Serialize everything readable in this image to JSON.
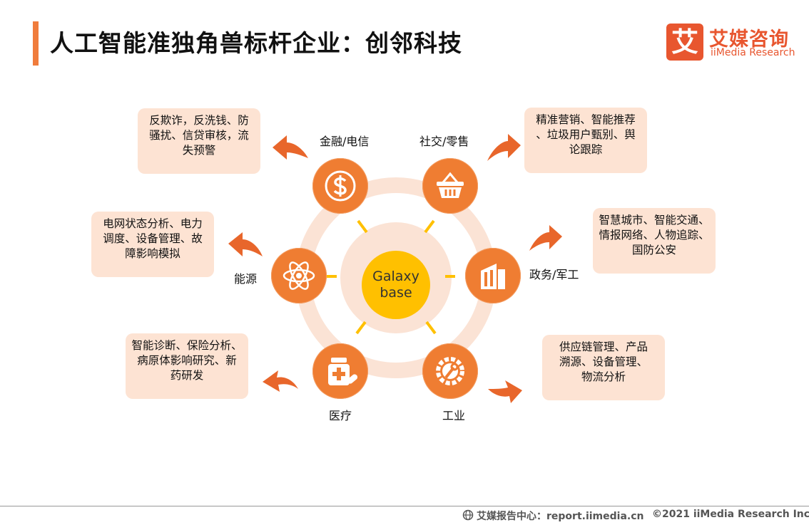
{
  "title": "人工智能准独角兽标杆企业：创邻科技",
  "logo": {
    "glyph": "艾",
    "name_cn": "艾媒咨询",
    "name_en": "iiMedia Research"
  },
  "center": {
    "line1": "Galaxy",
    "line2": "base"
  },
  "nodes": {
    "finance": {
      "label": "金融/电信",
      "box": [
        "反欺诈，反洗钱、防",
        "骚扰、信贷审核，流",
        "失预警"
      ]
    },
    "social": {
      "label": "社交/零售",
      "box": [
        "精准营销、智能推荐",
        "、垃圾用户甄别、舆",
        "论跟踪"
      ]
    },
    "energy": {
      "label": "能源",
      "box": [
        "电网状态分析、电力",
        "调度、设备管理、故",
        "障影响模拟"
      ]
    },
    "gov": {
      "label": "政务/军工",
      "box": [
        "智慧城市、智能交通、",
        "情报网络、人物追踪、",
        "国防公安"
      ]
    },
    "medical": {
      "label": "医疗",
      "box": [
        "智能诊断、保险分析、",
        "病原体影响研究、新",
        "药研发"
      ]
    },
    "industry": {
      "label": "工业",
      "box": [
        "供应链管理、产品",
        "溯源、设备管理、",
        "物流分析"
      ]
    }
  },
  "footer": {
    "source": "艾媒报告中心：report.iimedia.cn",
    "copyright": "©2021  iiMedia Research  Inc"
  },
  "colors": {
    "accent": "#ef7d32",
    "center": "#ffc000",
    "box_bg": "#fde3d3",
    "ring": "#fbe3d5"
  }
}
